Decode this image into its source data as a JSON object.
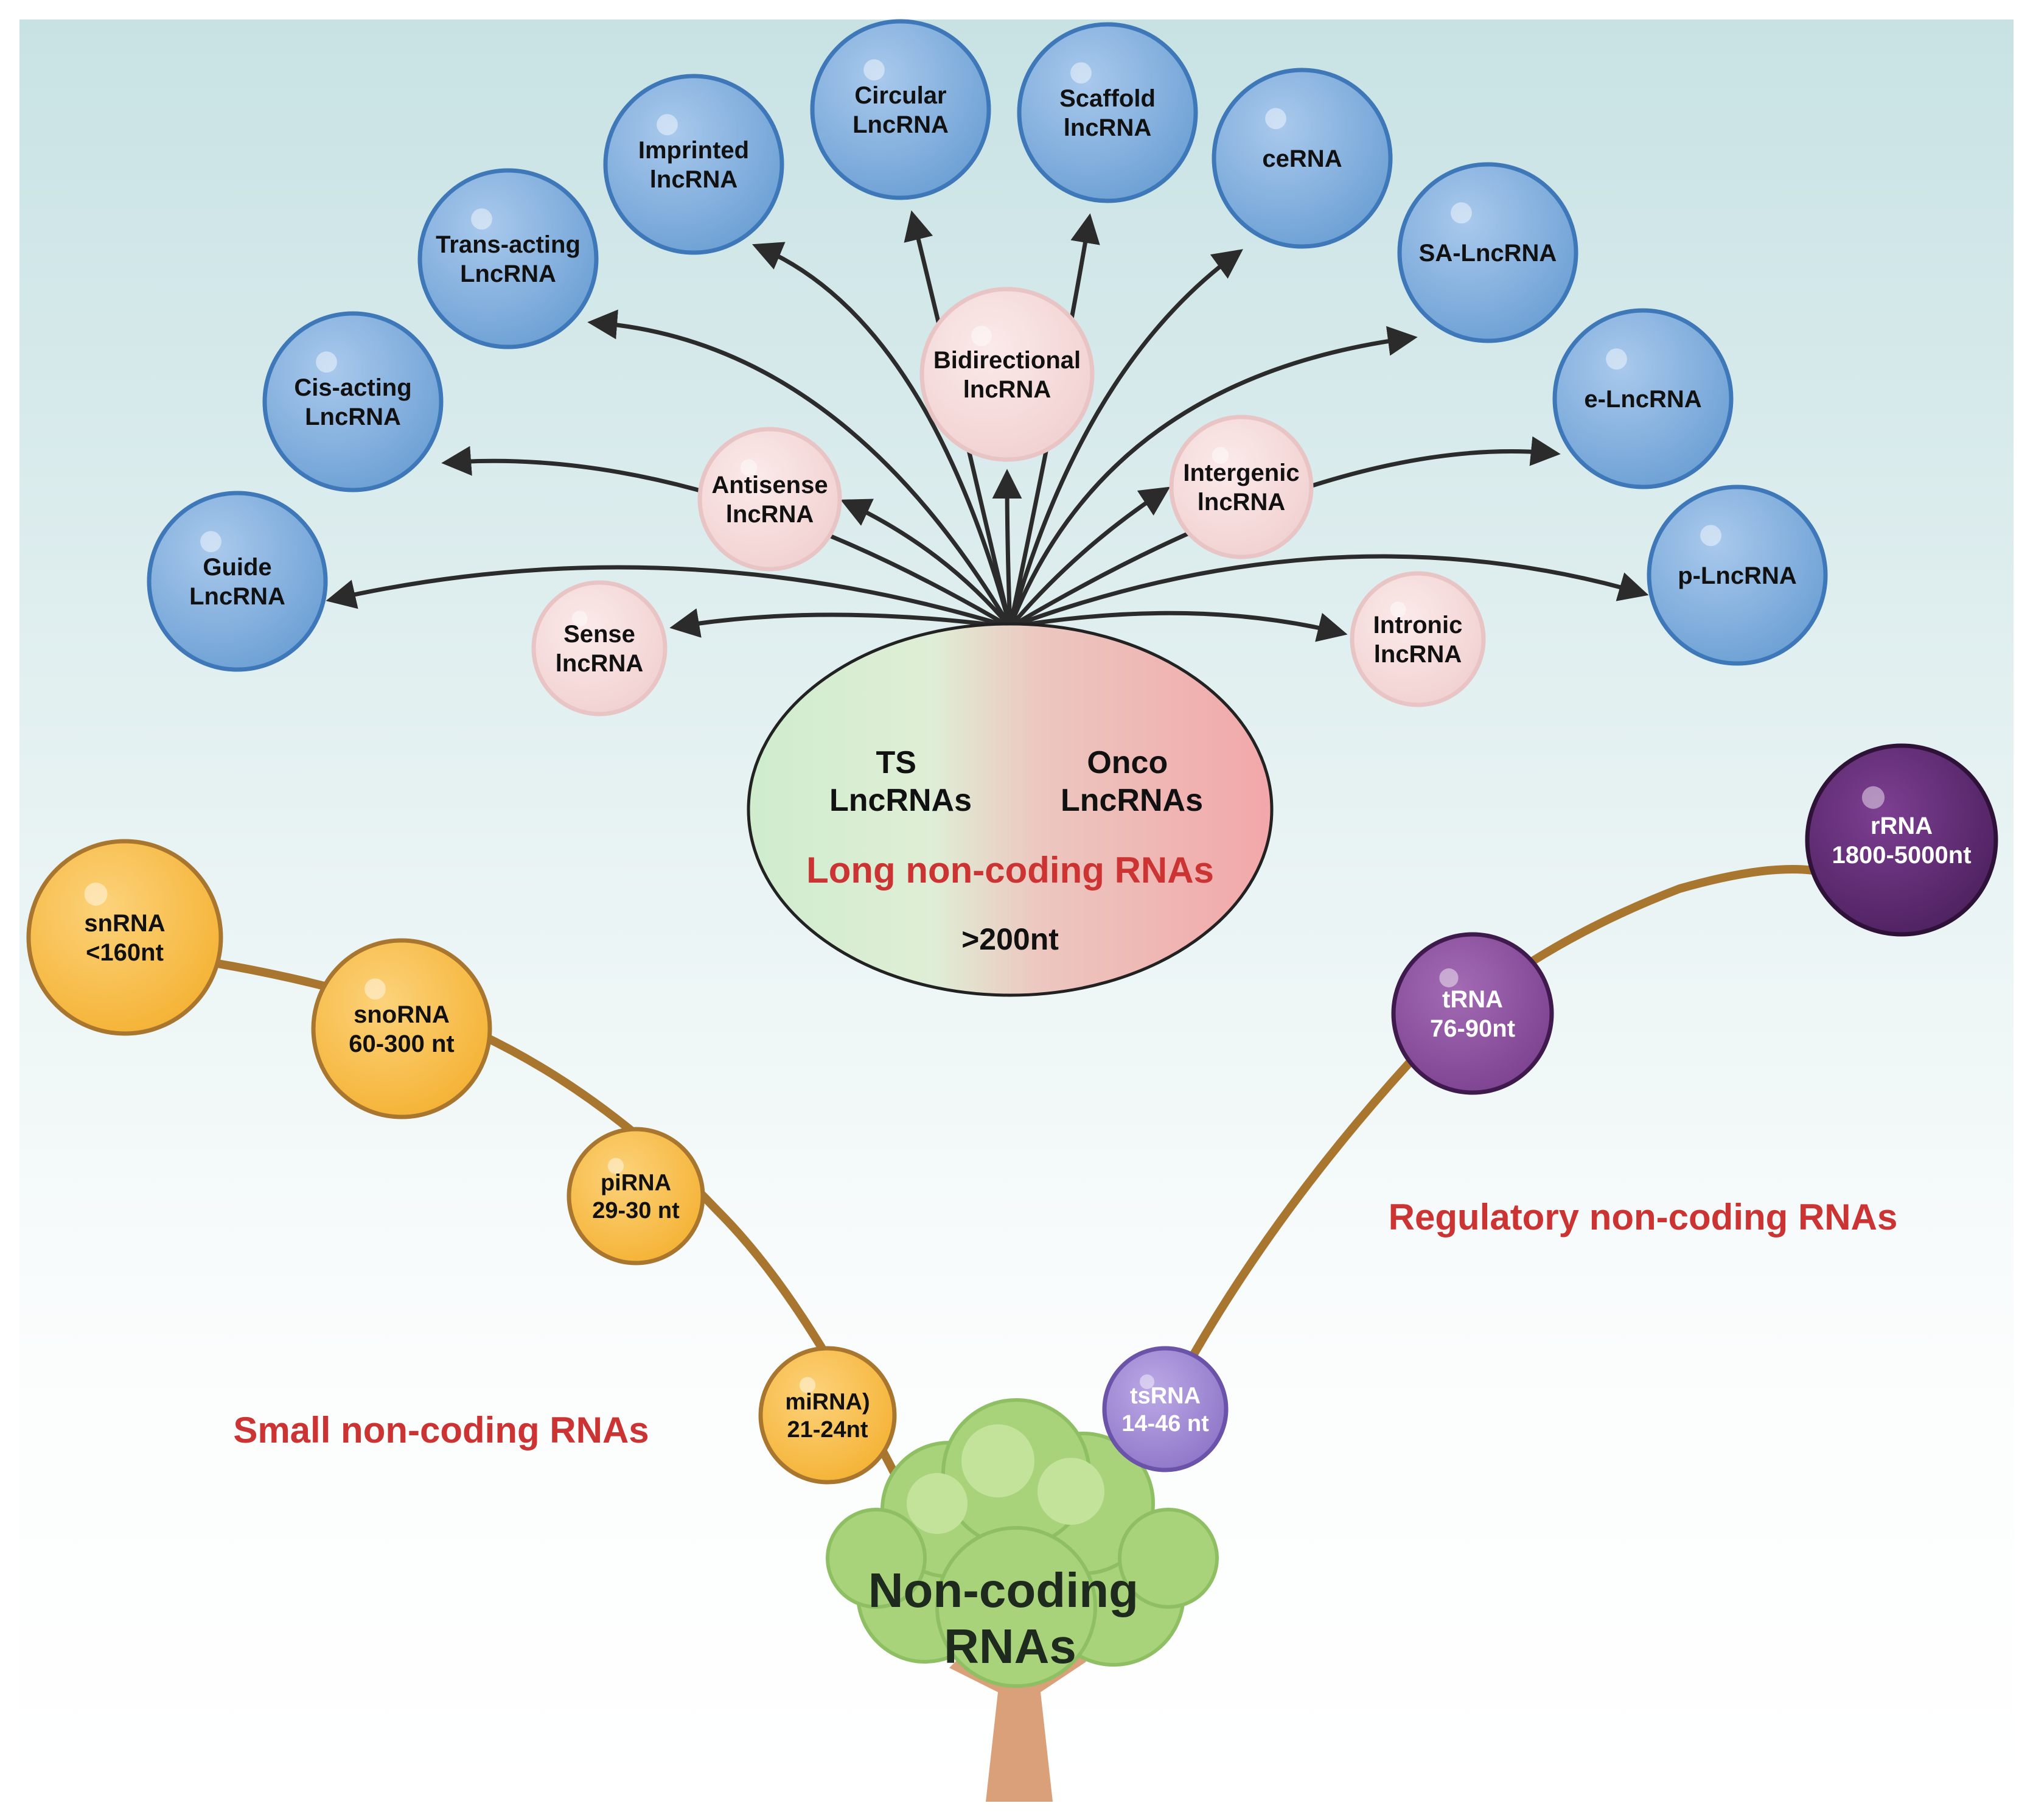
{
  "root": {
    "lines": [
      "Non-coding",
      "RNAs"
    ]
  },
  "lnc_hub": {
    "ts": [
      "TS",
      "LncRNAs"
    ],
    "onco": [
      "Onco",
      "LncRNAs"
    ],
    "title": "Long non-coding RNAs",
    "length": ">200nt"
  },
  "group_labels": {
    "small": "Small non-coding RNAs",
    "regulatory": "Regulatory non-coding RNAs"
  },
  "lnc_subtypes": [
    {
      "id": "sense",
      "lines": [
        "Sense",
        "lncRNA"
      ]
    },
    {
      "id": "antisense",
      "lines": [
        "Antisense",
        "lncRNA"
      ]
    },
    {
      "id": "bidirectional",
      "lines": [
        "Bidirectional",
        "lncRNA"
      ]
    },
    {
      "id": "intergenic",
      "lines": [
        "Intergenic",
        "lncRNA"
      ]
    },
    {
      "id": "intronic",
      "lines": [
        "Intronic",
        "lncRNA"
      ]
    }
  ],
  "lnc_functions": [
    {
      "id": "guide",
      "lines": [
        "Guide",
        "LncRNA"
      ]
    },
    {
      "id": "cis-acting",
      "lines": [
        "Cis-acting",
        "LncRNA"
      ]
    },
    {
      "id": "trans-acting",
      "lines": [
        "Trans-acting",
        "LncRNA"
      ]
    },
    {
      "id": "imprinted",
      "lines": [
        "Imprinted",
        "lncRNA"
      ]
    },
    {
      "id": "circular",
      "lines": [
        "Circular",
        "LncRNA"
      ]
    },
    {
      "id": "scaffold",
      "lines": [
        "Scaffold",
        "lncRNA"
      ]
    },
    {
      "id": "cerna",
      "lines": [
        "ceRNA"
      ]
    },
    {
      "id": "sa-lncrna",
      "lines": [
        "SA-LncRNA"
      ]
    },
    {
      "id": "e-lncrna",
      "lines": [
        "e-LncRNA"
      ]
    },
    {
      "id": "p-lncrna",
      "lines": [
        "p-LncRNA"
      ]
    }
  ],
  "small_rnas": [
    {
      "id": "snrna",
      "lines": [
        "snRNA",
        "<160nt"
      ]
    },
    {
      "id": "snorna",
      "lines": [
        "snoRNA",
        "60-300 nt"
      ]
    },
    {
      "id": "pirna",
      "lines": [
        "piRNA",
        "29-30 nt"
      ]
    },
    {
      "id": "mirna",
      "lines": [
        "miRNA)",
        "21-24nt"
      ]
    }
  ],
  "regulatory_rnas": [
    {
      "id": "rrna",
      "lines": [
        "rRNA",
        "1800-5000nt"
      ]
    },
    {
      "id": "trna",
      "lines": [
        "tRNA",
        "76-90nt"
      ]
    },
    {
      "id": "tsrna",
      "lines": [
        "tsRNA",
        "14-46 nt"
      ]
    }
  ],
  "colors": {
    "blue_node": "#6b9fd4",
    "pink_node": "#f4d6d6",
    "orange_node": "#f5b83d",
    "purple_dark": "#5a2a6e",
    "purple_mid": "#8a4f9c",
    "purple_light": "#9a83d0",
    "branch": "#a8762e",
    "accent_red": "#cc3333",
    "hub_green": "#cfeccd",
    "hub_red": "#f2a7a9"
  }
}
